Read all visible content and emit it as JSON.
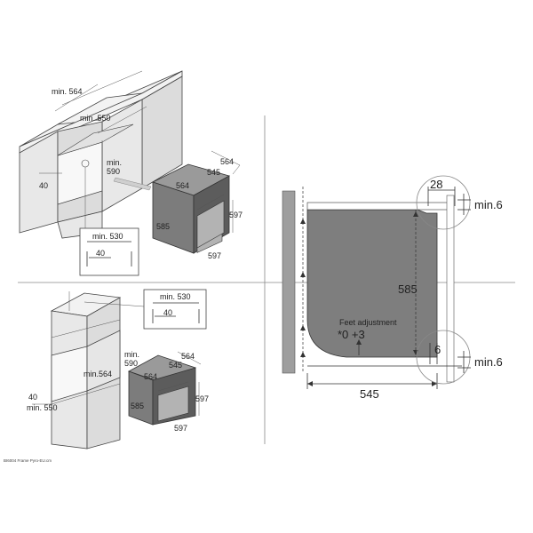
{
  "top_left": {
    "cabinet_depth": "min. 564",
    "cabinet_inner_width": "min. 550",
    "niche_height": "min.\n590",
    "niche_height_line1": "min.",
    "niche_height_line2": "590",
    "side_offset": "40",
    "inset_label": "min. 530",
    "inset_value": "40",
    "oven_depth_total": "564",
    "oven_depth_body": "545",
    "oven_top_depth": "564",
    "oven_height_body": "585",
    "oven_height_front": "597",
    "oven_width": "597"
  },
  "bottom_left": {
    "inset_label": "min. 530",
    "inset_value": "40",
    "niche_height_line1": "min.",
    "niche_height_line2": "590",
    "niche_depth": "min.564",
    "side_offset": "40",
    "cabinet_inner_width": "min. 550",
    "oven_depth_total": "564",
    "oven_depth_body": "545",
    "oven_top_depth": "564",
    "oven_height_body": "585",
    "oven_height_front": "597",
    "oven_width": "597"
  },
  "side_view": {
    "top_gap": "28",
    "top_min": "min.6",
    "height": "585",
    "feet_label": "Feet adjustment",
    "feet_range": "*0 +3",
    "bottom_gap": "6",
    "bottom_min": "min.6",
    "depth": "545"
  },
  "footer": {
    "caption": "BI6004 Frame Pyro-EU.cm"
  }
}
